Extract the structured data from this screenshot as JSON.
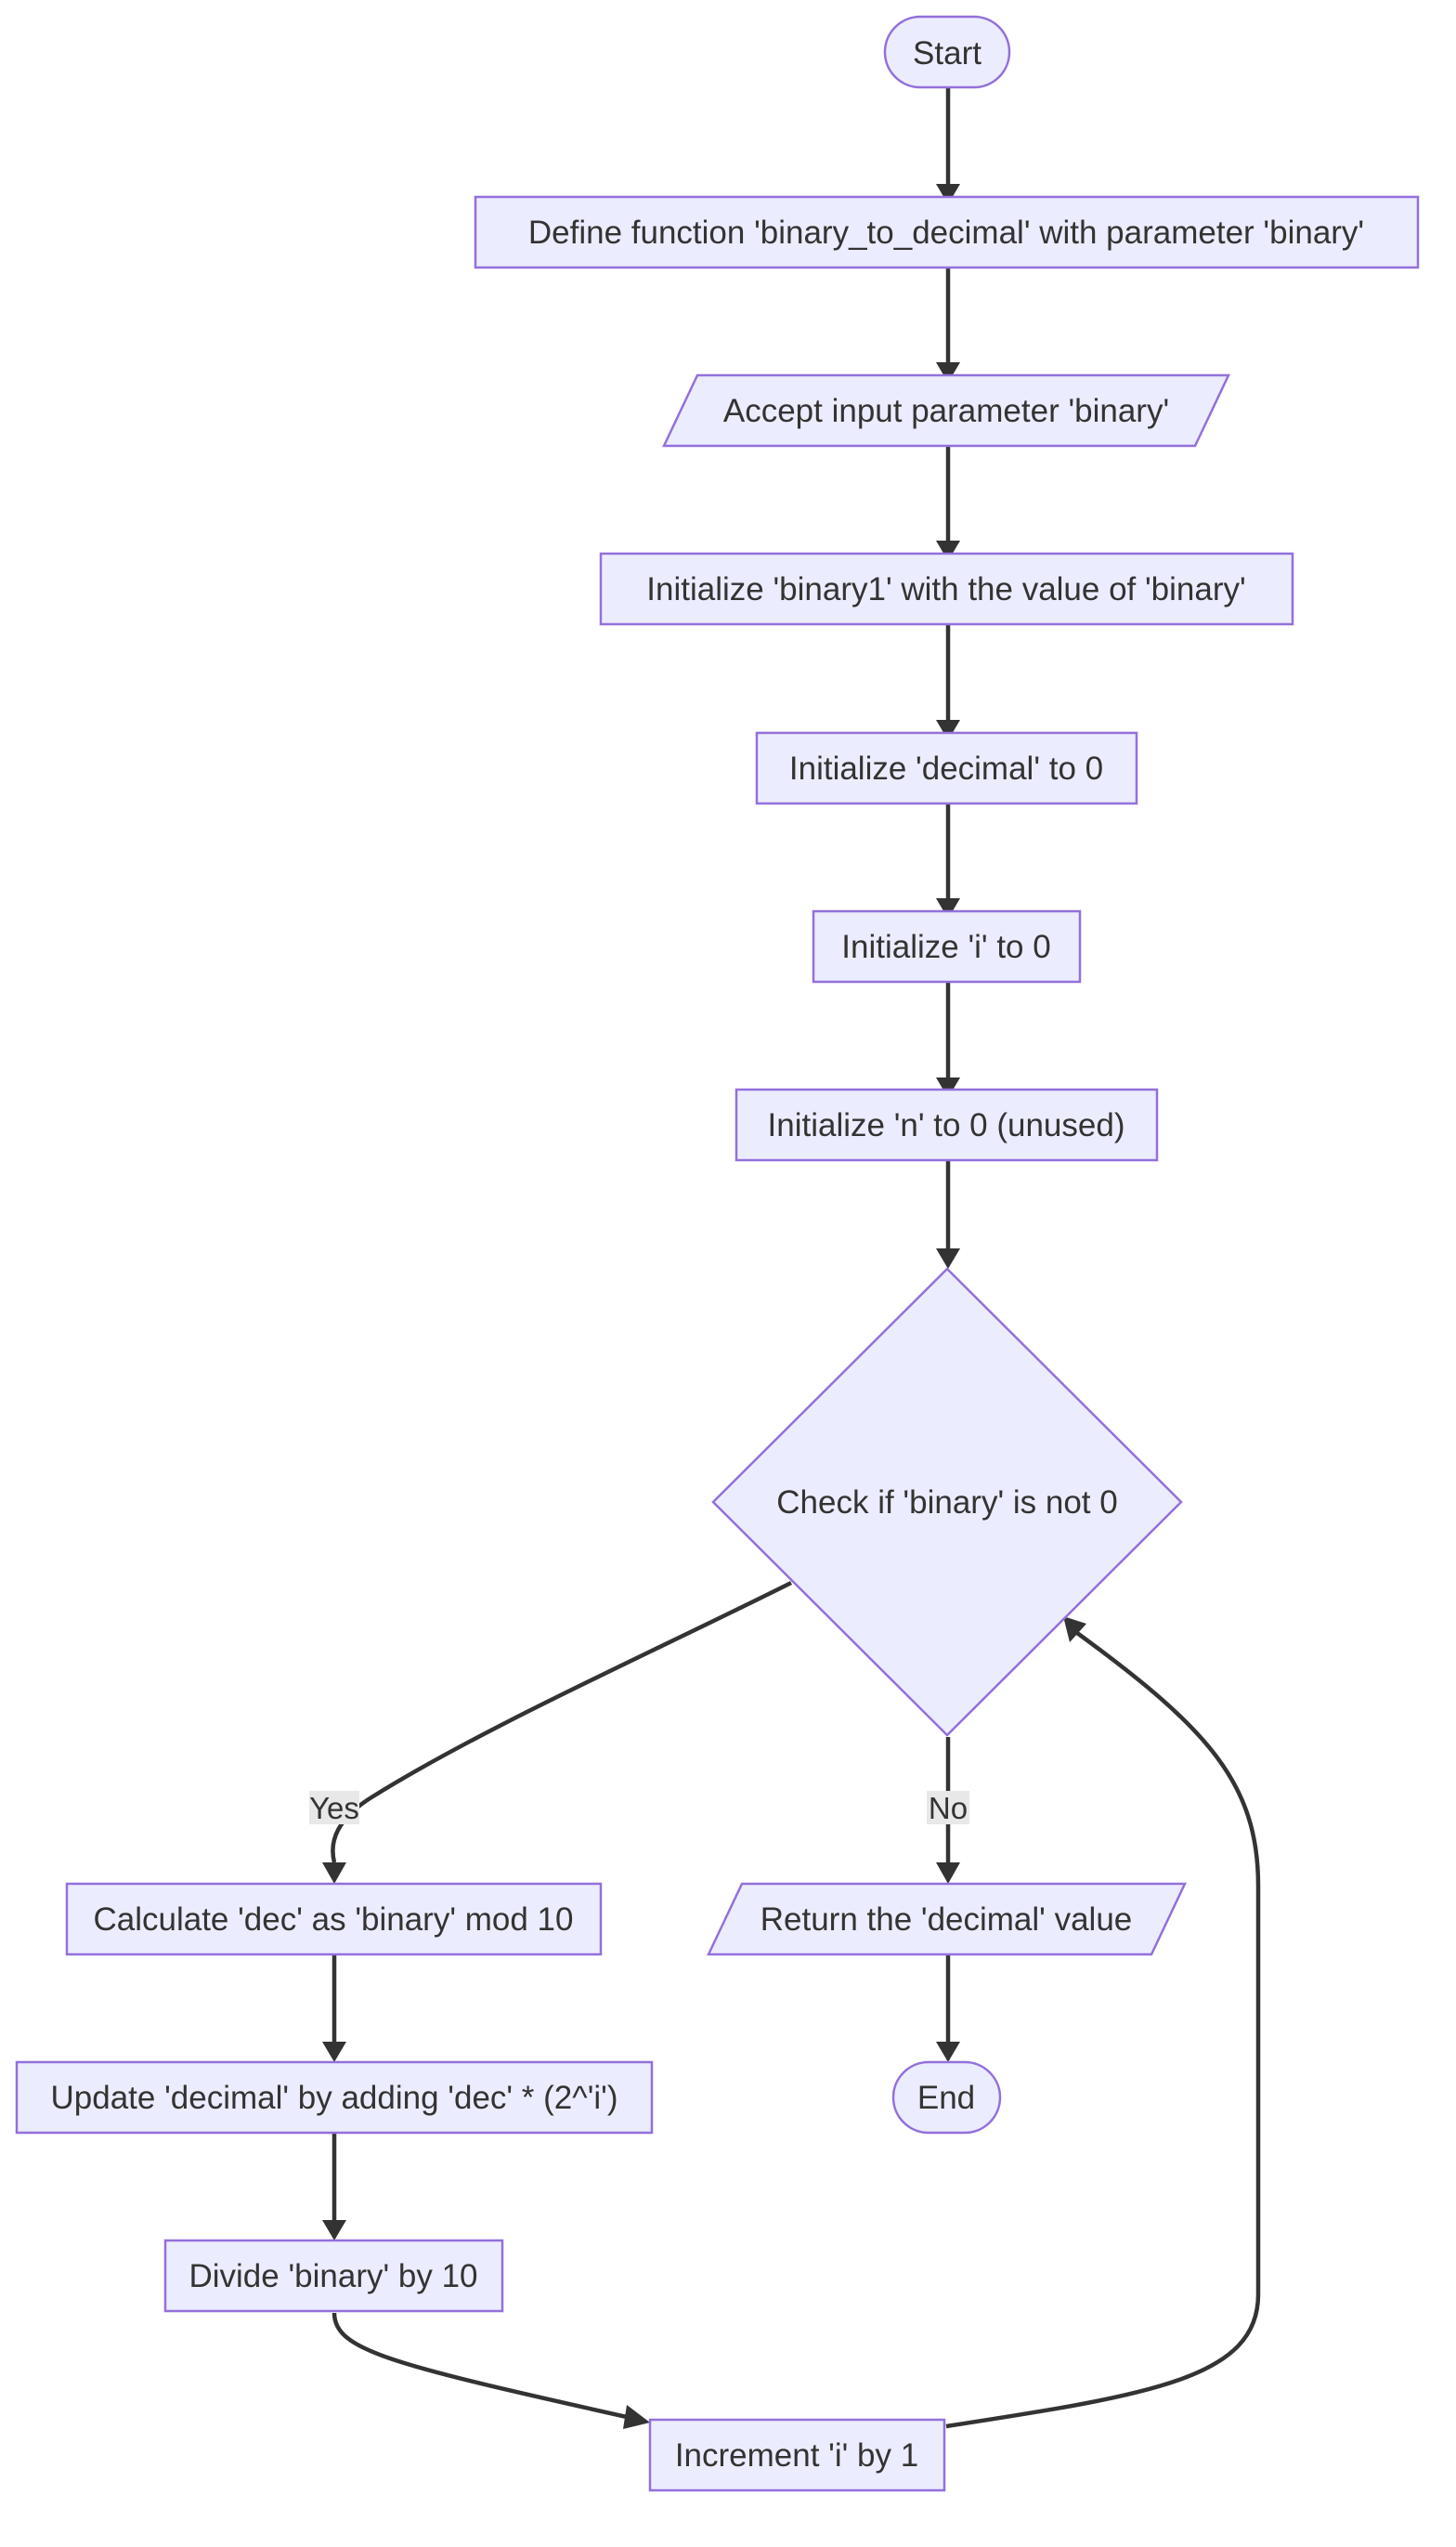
{
  "diagram": {
    "type": "flowchart",
    "colors": {
      "node_fill": "#ECECFF",
      "node_stroke": "#9370DB",
      "edge": "#333333",
      "text": "#333333",
      "edge_label_bg": "#e8e8e8"
    },
    "nodes": {
      "start": "Start",
      "define": "Define function 'binary_to_decimal' with parameter 'binary'",
      "accept": "Accept input parameter 'binary'",
      "init_binary1": "Initialize 'binary1' with the value of 'binary'",
      "init_decimal": "Initialize 'decimal' to 0",
      "init_i": "Initialize 'i' to 0",
      "init_n": "Initialize 'n' to 0 (unused)",
      "check": "Check if 'binary' is not 0",
      "calc_dec": "Calculate 'dec' as 'binary' mod 10",
      "update_decimal": "Update 'decimal' by adding 'dec' * (2^'i')",
      "divide": "Divide 'binary' by 10",
      "increment": "Increment 'i' by 1",
      "return": "Return the 'decimal' value",
      "end": "End"
    },
    "edge_labels": {
      "yes": "Yes",
      "no": "No"
    }
  }
}
